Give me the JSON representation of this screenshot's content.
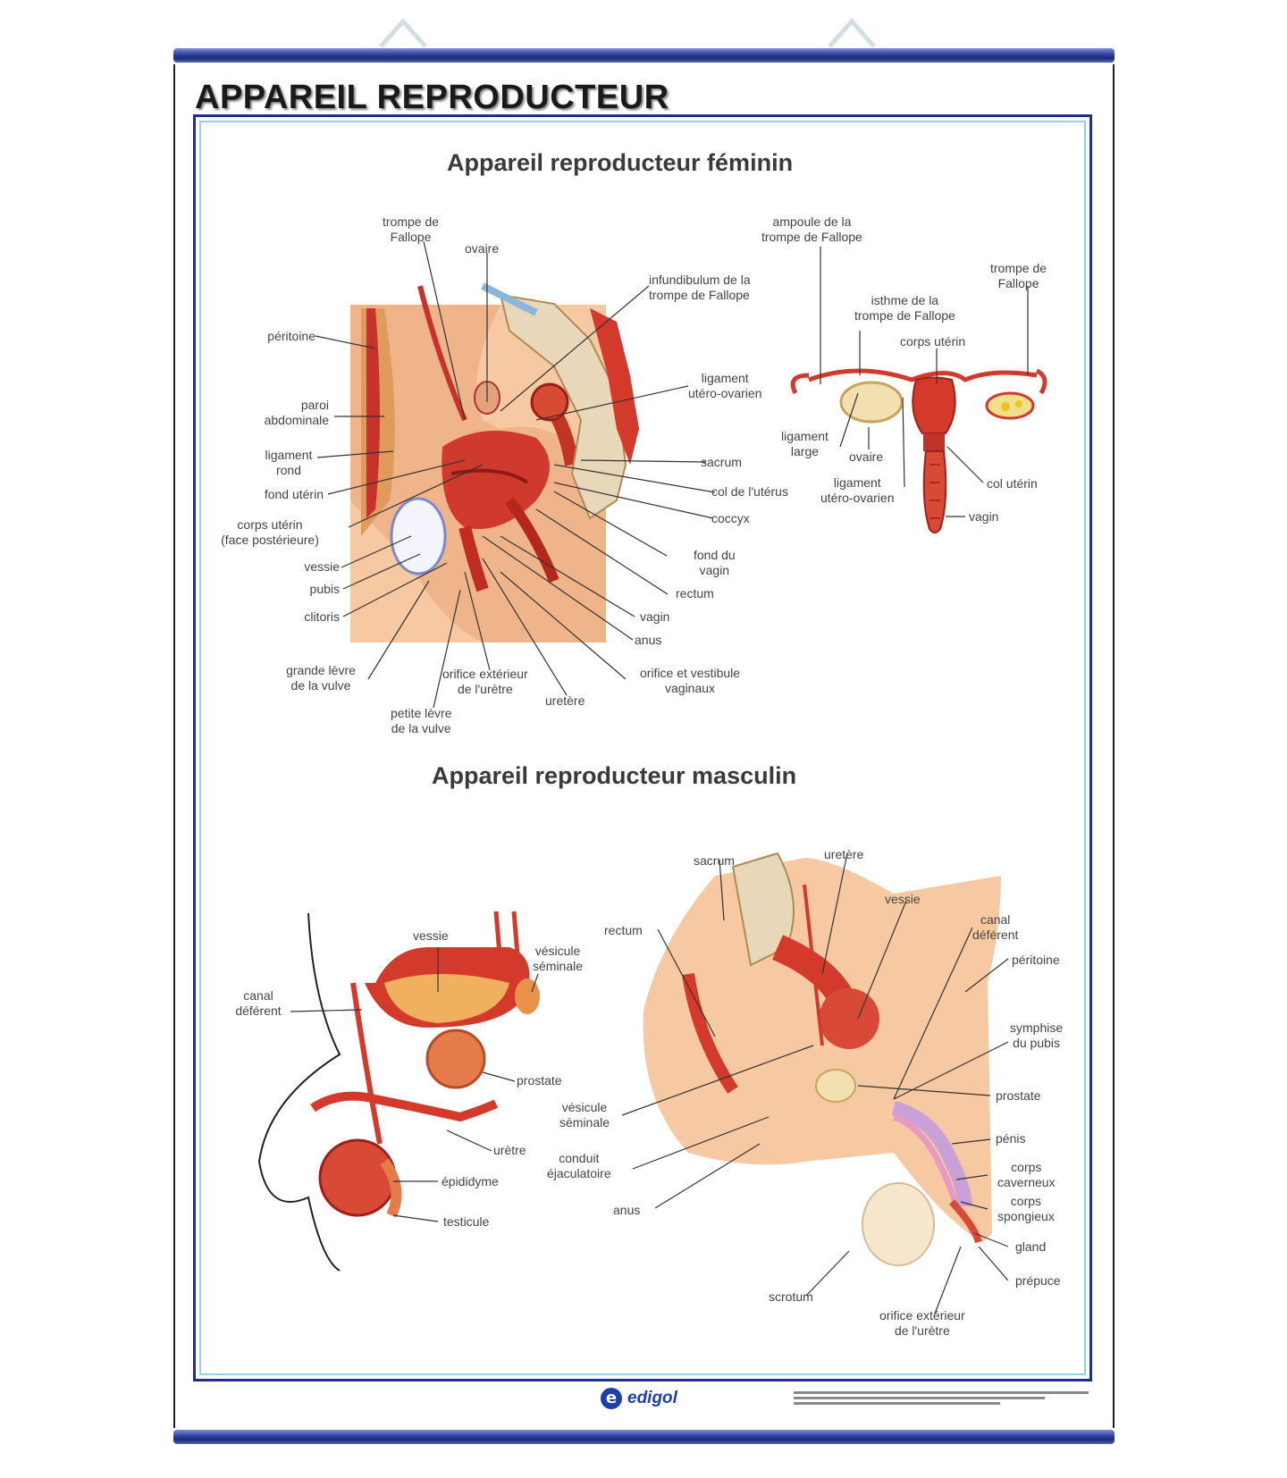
{
  "poster": {
    "title": "APPAREIL REPRODUCTEUR",
    "brand": "edigol",
    "brand_icon_glyph": "e",
    "colors": {
      "rod": "#2e3f9e",
      "frame": "#1e2f90",
      "inner_frame": "#8fd3e8",
      "brand": "#1b3fae",
      "tissue": "#d9402a"
    }
  },
  "female": {
    "title": "Appareil reproducteur féminin",
    "labels": {
      "trompe_fallope": "trompe de\nFallope",
      "ovaire": "ovaire",
      "infundibulum": "infundibulum de la\ntrompe de Fallope",
      "peritoine": "péritoine",
      "paroi": "paroi\nabdominale",
      "ligament_uo": "ligament\nutéro-ovarien",
      "ligament_rond": "ligament\nrond",
      "sacrum": "sacrum",
      "fond_uterin": "fond utérin",
      "col_uterus": "col de l'utérus",
      "corps_uterin": "corps utérin\n(face postérieure)",
      "coccyx": "coccyx",
      "fond_vagin": "fond du\nvagin",
      "vessie": "vessie",
      "pubis": "pubis",
      "rectum": "rectum",
      "clitoris": "clitoris",
      "vagin": "vagin",
      "anus": "anus",
      "grande_levre": "grande lèvre\nde la vulve",
      "orifice_urethre": "orifice extérieur\nde l'urètre",
      "orifice_vestibule": "orifice et vestibule\nvaginaux",
      "uretere": "uretère",
      "petite_levre": "petite lèvre\nde la vulve"
    },
    "uterus_labels": {
      "ampoule": "ampoule de la\ntrompe de Fallope",
      "trompe": "trompe de\nFallope",
      "isthme": "isthme de la\ntrompe de Fallope",
      "corps_uterin": "corps utérin",
      "ligament_large": "ligament\nlarge",
      "ovaire": "ovaire",
      "ligament_uo": "ligament\nutéro-ovarien",
      "col_uterin": "col utérin",
      "vagin": "vagin"
    }
  },
  "male": {
    "title": "Appareil reproducteur masculin",
    "front_labels": {
      "vessie": "vessie",
      "vesicule": "vésicule\nséminale",
      "canal": "canal\ndéférent",
      "prostate": "prostate",
      "uretre": "urètre",
      "epididyme": "épididyme",
      "testicule": "testicule"
    },
    "side_labels": {
      "sacrum": "sacrum",
      "uretere": "uretère",
      "vessie": "vessie",
      "rectum": "rectum",
      "canal": "canal\ndéférent",
      "peritoine": "péritoine",
      "symphise": "symphise\ndu pubis",
      "prostate": "prostate",
      "vesicule": "vésicule\nséminale",
      "penis": "pénis",
      "conduit": "conduit\néjaculatoire",
      "corps_caverneux": "corps\ncaverneux",
      "corps_spongieux": "corps\nspongieux",
      "anus": "anus",
      "gland": "gland",
      "prepuce": "prépuce",
      "scrotum": "scrotum",
      "orifice": "orifice extérieur\nde l'urètre"
    }
  }
}
